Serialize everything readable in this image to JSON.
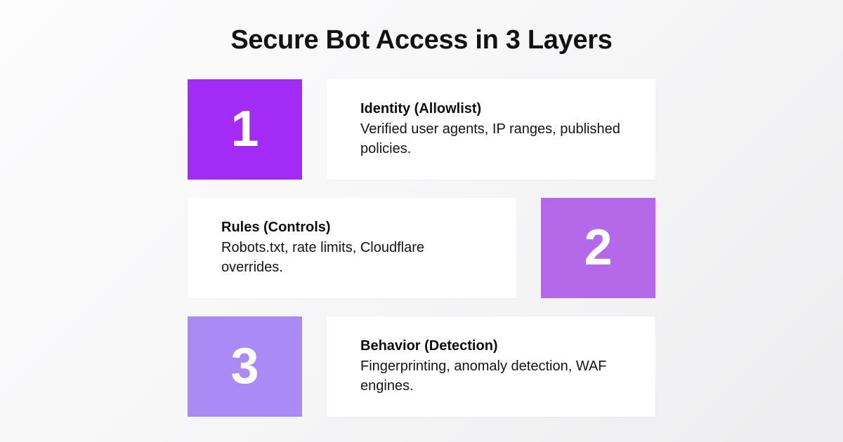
{
  "poster": {
    "title": "Secure Bot Access in 3 Layers",
    "background_start": "#fcfcfd",
    "background_end": "#ededef",
    "card_background": "#ffffff",
    "number_text_color": "#ffffff",
    "heading_color": "#0e0e0e",
    "body_color": "#141414"
  },
  "layers": [
    {
      "number": "1",
      "tile_color": "#a22bf5",
      "heading": "Identity (Allowlist)",
      "body": "Verified user agents, IP ranges, published policies.",
      "number_side": "left"
    },
    {
      "number": "2",
      "tile_color": "#b369e8",
      "heading": "Rules (Controls)",
      "body": "Robots.txt, rate limits, Cloudflare overrides.",
      "number_side": "right"
    },
    {
      "number": "3",
      "tile_color": "#a98bf5",
      "heading": "Behavior (Detection)",
      "body": "Fingerprinting, anomaly detection, WAF engines.",
      "number_side": "left"
    }
  ]
}
